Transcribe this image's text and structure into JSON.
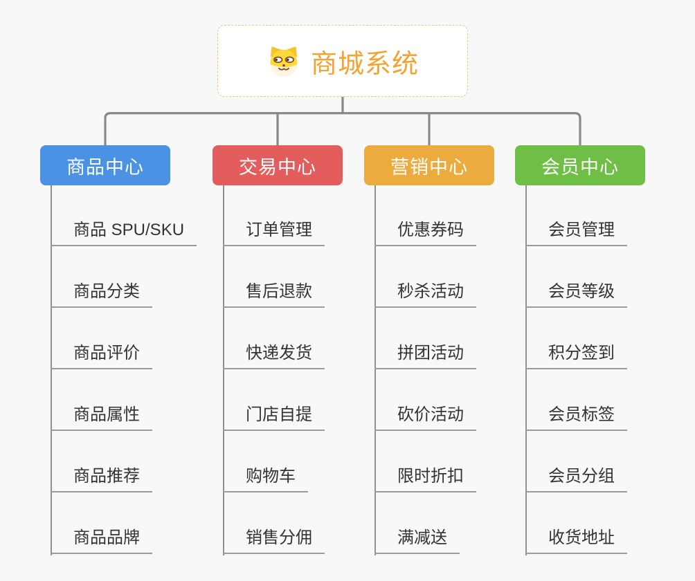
{
  "canvas": {
    "background_color": "#f8f8f9",
    "connector_color": "#8a8a8a",
    "underline_color": "#9b9b9b",
    "item_text_color": "#333333"
  },
  "root": {
    "title": "商城系统",
    "icon": "shiba-dog-icon",
    "text_color": "#f2a432",
    "border_color": "#f3c274",
    "background": "#ffffff"
  },
  "branches": [
    {
      "label": "商品中心",
      "color": "#4b92e5",
      "items": [
        "商品 SPU/SKU",
        "商品分类",
        "商品评价",
        "商品属性",
        "商品推荐",
        "商品品牌"
      ]
    },
    {
      "label": "交易中心",
      "color": "#e35d5d",
      "items": [
        "订单管理",
        "售后退款",
        "快递发货",
        "门店自提",
        "购物车",
        "销售分佣"
      ]
    },
    {
      "label": "营销中心",
      "color": "#ebab3e",
      "items": [
        "优惠券码",
        "秒杀活动",
        "拼团活动",
        "砍价活动",
        "限时折扣",
        "满减送"
      ]
    },
    {
      "label": "会员中心",
      "color": "#6fbe45",
      "items": [
        "会员管理",
        "会员等级",
        "积分签到",
        "会员标签",
        "会员分组",
        "收货地址"
      ]
    }
  ]
}
